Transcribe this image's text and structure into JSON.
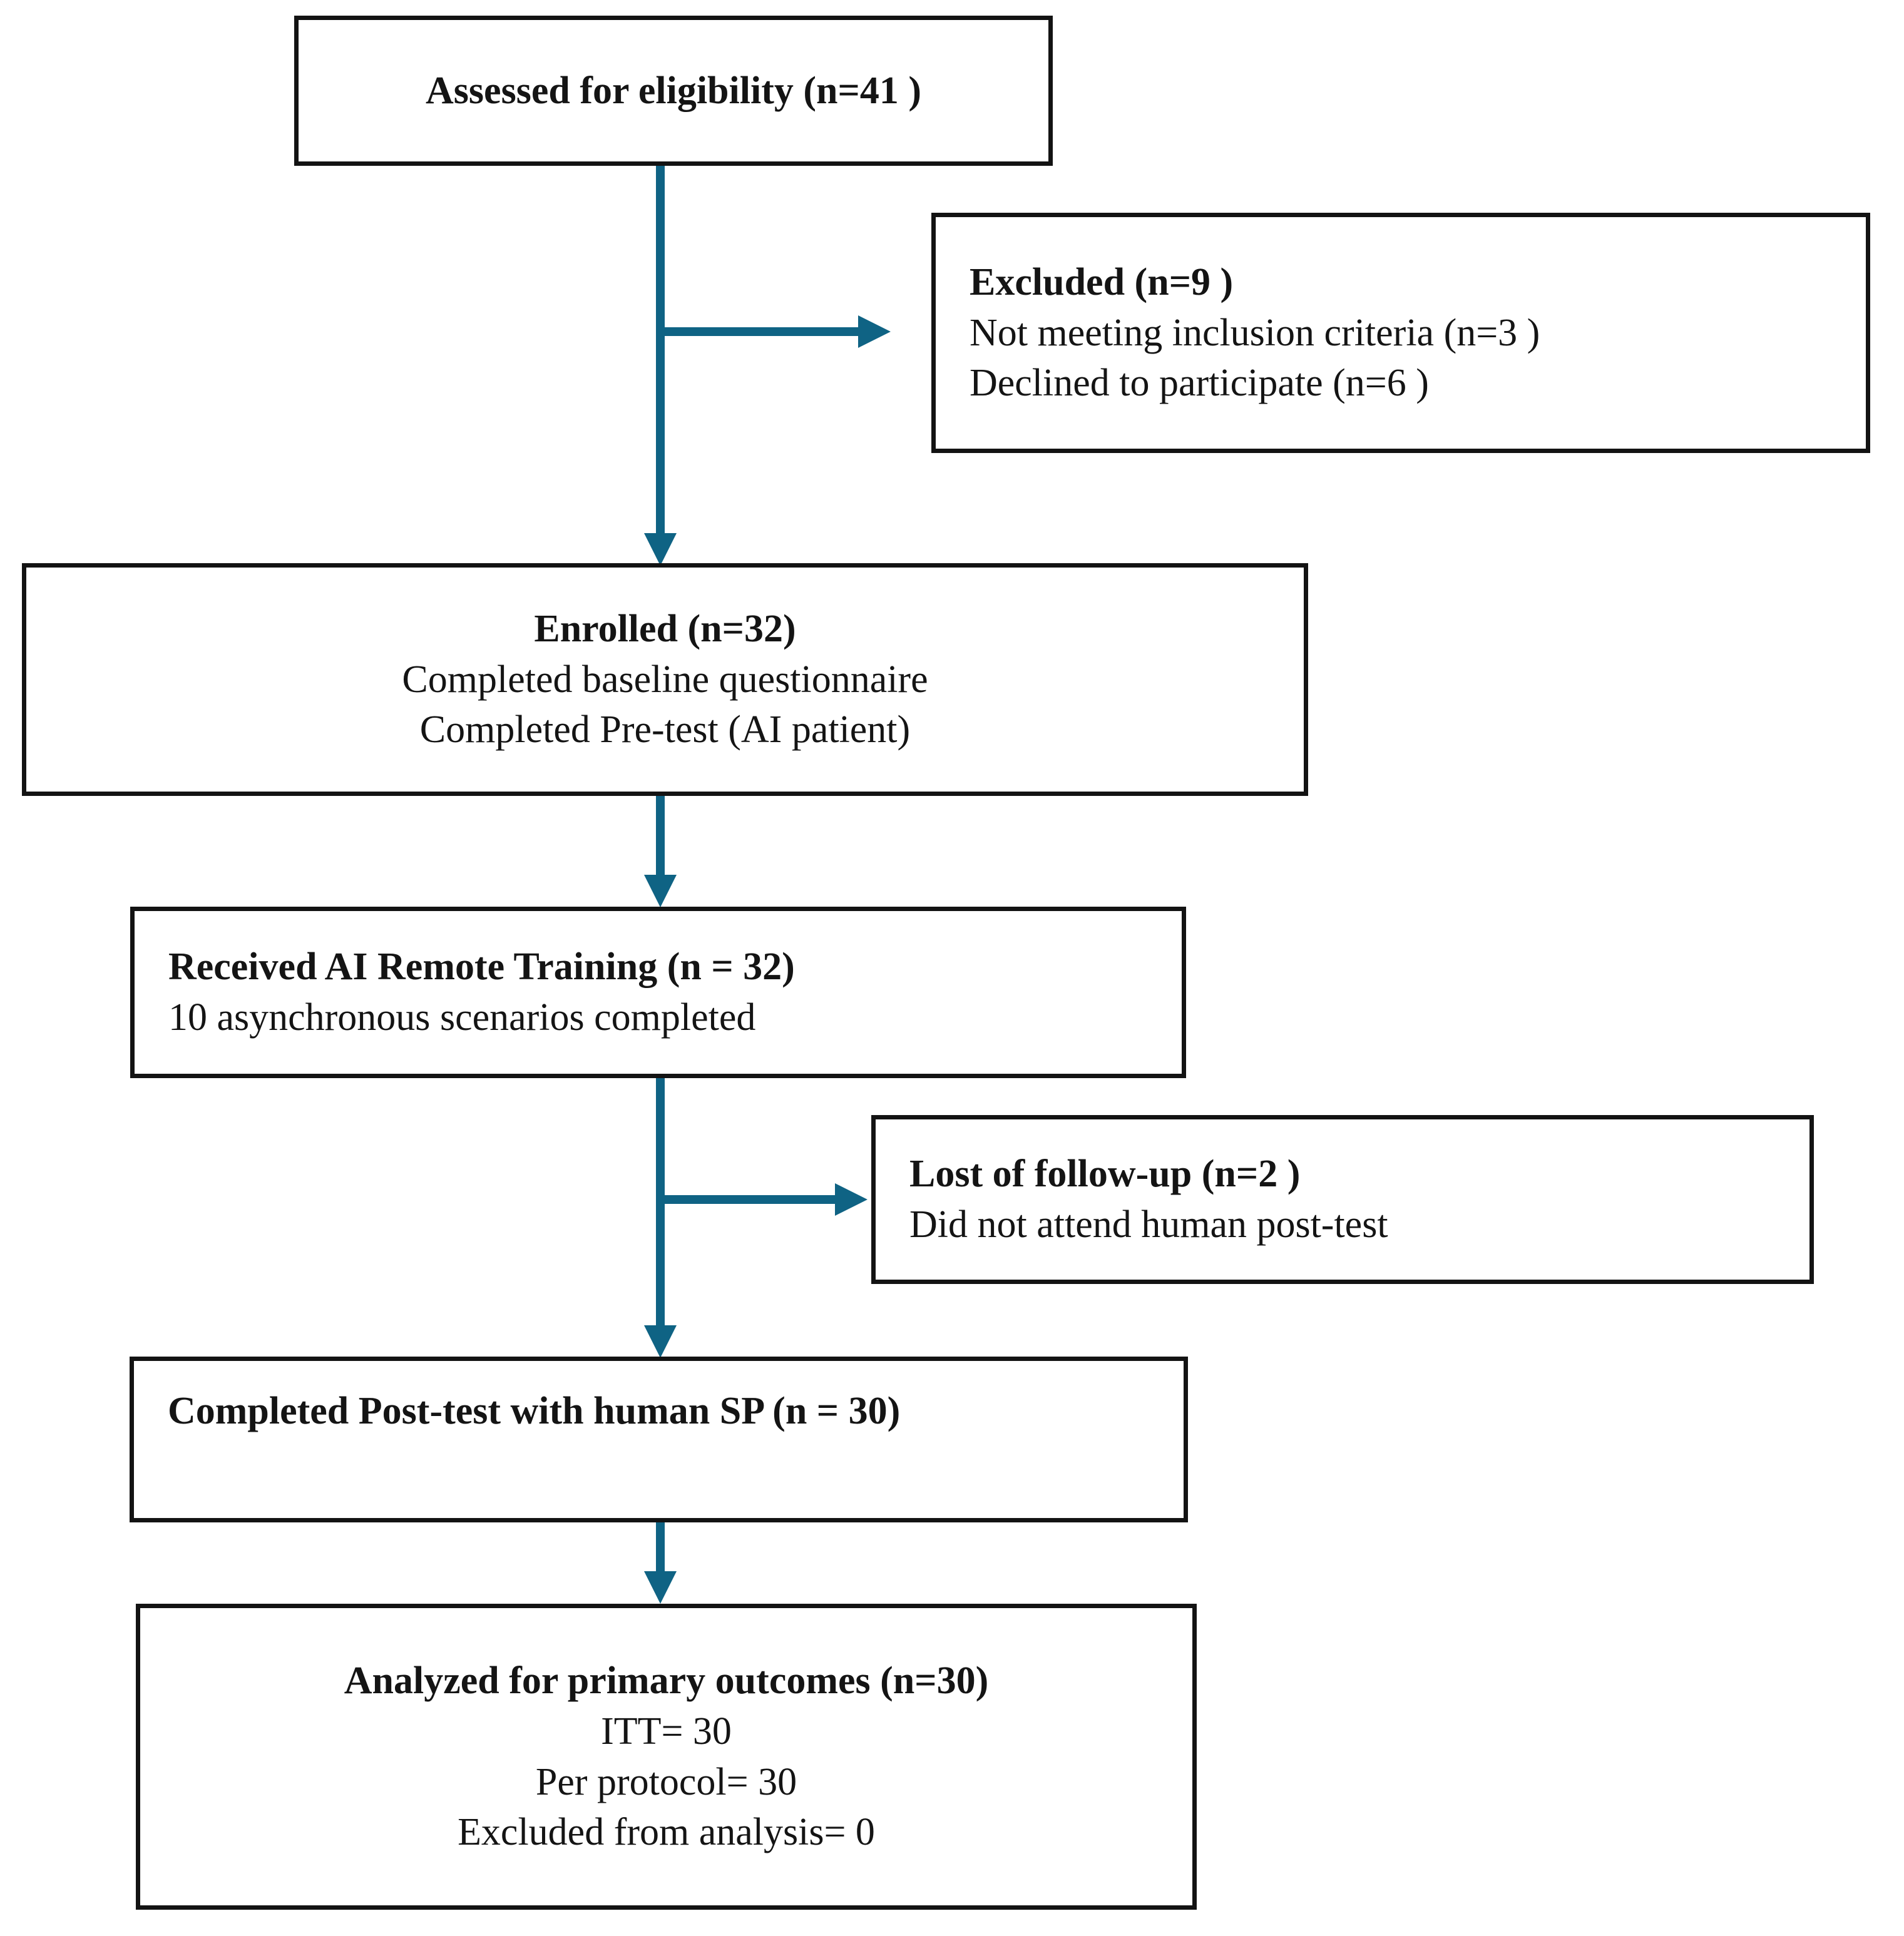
{
  "diagram": {
    "type": "consort-flow-diagram",
    "accent_color": "#0F6384",
    "border_color": "#131313",
    "background_color": "#FFFFFF",
    "nodes": {
      "assessed": {
        "name": "Assessed for eligibility",
        "lines": [
          {
            "text": "Assessed for eligibility (n=41 )",
            "bold": true
          }
        ],
        "align": "center"
      },
      "excluded": {
        "name": "Excluded",
        "lines": [
          {
            "text": "Excluded (n=9 )",
            "bold": true
          },
          {
            "text": "Not meeting inclusion criteria (n=3 )",
            "bold": false
          },
          {
            "text": "Declined to participate (n=6 )",
            "bold": false
          }
        ],
        "align": "left"
      },
      "enrolled": {
        "name": "Enrolled",
        "lines": [
          {
            "text": "Enrolled (n=32)",
            "bold": true
          },
          {
            "text": "Completed baseline questionnaire",
            "bold": false
          },
          {
            "text": "Completed Pre-test (AI patient)",
            "bold": false
          }
        ],
        "align": "center"
      },
      "training": {
        "name": "Received AI Remote Training",
        "lines": [
          {
            "text": "Received AI Remote Training (n = 32)",
            "bold": true
          },
          {
            "text": "10 asynchronous scenarios completed",
            "bold": false
          }
        ],
        "align": "left"
      },
      "lost": {
        "name": "Lost of follow-up",
        "lines": [
          {
            "text": "Lost of follow-up (n=2 )",
            "bold": true
          },
          {
            "text": "Did not attend human post-test",
            "bold": false
          }
        ],
        "align": "left"
      },
      "posttest": {
        "name": "Completed Post-test with human SP",
        "lines": [
          {
            "text": "Completed Post-test with human SP (n = 30)",
            "bold": true
          }
        ],
        "align": "left"
      },
      "analyzed": {
        "name": "Analyzed for primary outcomes",
        "lines": [
          {
            "text": "Analyzed for primary outcomes (n=30)",
            "bold": true
          },
          {
            "text": "ITT= 30",
            "bold": false
          },
          {
            "text": "Per protocol= 30",
            "bold": false
          },
          {
            "text": "Excluded from analysis= 0",
            "bold": false
          }
        ],
        "align": "center"
      }
    },
    "edges": [
      {
        "from": "assessed",
        "to": "enrolled",
        "kind": "vertical-arrow"
      },
      {
        "from": "assessed",
        "to": "excluded",
        "kind": "branch-right-arrow"
      },
      {
        "from": "enrolled",
        "to": "training",
        "kind": "vertical-arrow"
      },
      {
        "from": "training",
        "to": "lost",
        "kind": "branch-right-arrow"
      },
      {
        "from": "training",
        "to": "posttest",
        "kind": "vertical-arrow"
      },
      {
        "from": "posttest",
        "to": "analyzed",
        "kind": "vertical-arrow"
      }
    ]
  }
}
